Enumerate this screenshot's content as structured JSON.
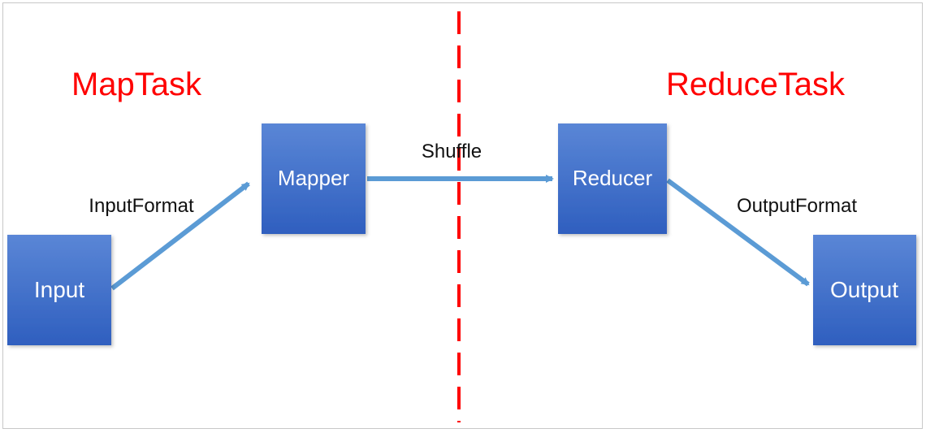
{
  "sections": {
    "left_title": "MapTask",
    "right_title": "ReduceTask"
  },
  "nodes": {
    "input": "Input",
    "mapper": "Mapper",
    "reducer": "Reducer",
    "output": "Output"
  },
  "edges": {
    "input_to_mapper": "InputFormat",
    "mapper_to_reducer": "Shuffle",
    "reducer_to_output": "OutputFormat"
  },
  "colors": {
    "node_top": "#5a86d6",
    "node_bottom": "#2f5fbf",
    "arrow": "#5b9bd5",
    "divider": "#ff0000",
    "title": "#ff0000"
  }
}
